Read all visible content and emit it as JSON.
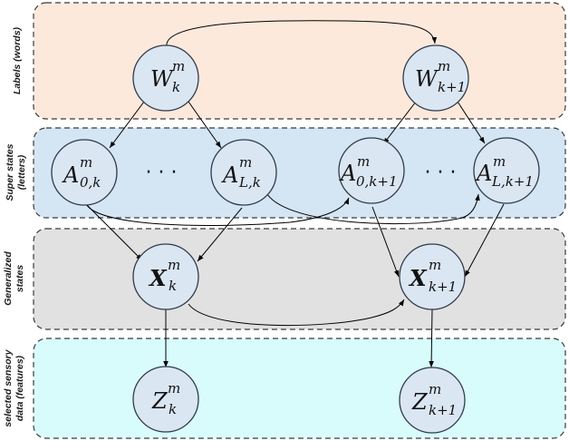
{
  "colors": {
    "labels_band": "#fde9dc",
    "super_band": "#d4e5f4",
    "generalized_band": "#e1e1e1",
    "sensory_band": "#d8fcfc",
    "node_fill": "#dbe6f3",
    "node_stroke": "#2f3b4a"
  },
  "bands": {
    "labels": {
      "line1": "Labels (words)",
      "line2": ""
    },
    "super": {
      "line1": "Super states",
      "line2": "(letters)"
    },
    "generalized": {
      "line1": "Generalized",
      "line2": "states"
    },
    "sensory": {
      "line1": "selected sensory",
      "line2": "data (features)"
    }
  },
  "nodes": {
    "W_k": {
      "base": "W",
      "sup": "m",
      "sub": "k"
    },
    "W_k1": {
      "base": "W",
      "sup": "m",
      "sub": "k+1"
    },
    "A_0k": {
      "base": "A",
      "sup": "m",
      "sub": "0,k"
    },
    "A_Lk": {
      "base": "A",
      "sup": "m",
      "sub": "L,k"
    },
    "A_0k1": {
      "base": "A",
      "sup": "m",
      "sub": "0,k+1"
    },
    "A_Lk1": {
      "base": "A",
      "sup": "m",
      "sub": "L,k+1"
    },
    "X_k": {
      "base": "X",
      "sup": "m",
      "sub": "k"
    },
    "X_k1": {
      "base": "X",
      "sup": "m",
      "sub": "k+1"
    },
    "Z_k": {
      "base": "Z",
      "sup": "m",
      "sub": "k"
    },
    "Z_k1": {
      "base": "Z",
      "sup": "m",
      "sub": "k+1"
    }
  },
  "ellipsis": "· · ·"
}
